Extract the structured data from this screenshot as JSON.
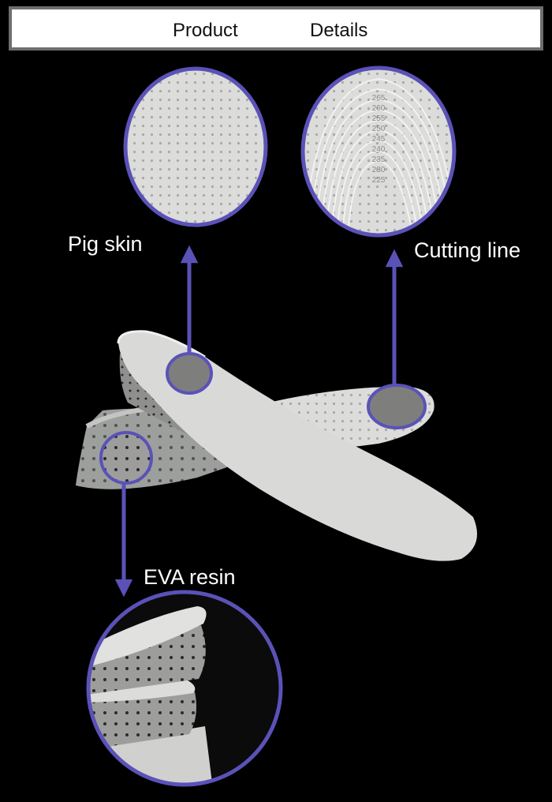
{
  "header": {
    "word1": "Product",
    "word2": "Details"
  },
  "callouts": {
    "pig_skin": "Pig skin",
    "cutting_line": "Cutting line",
    "eva_resin": "EVA resin"
  },
  "cutting_line_sizes": [
    "265",
    "260",
    "255",
    "250",
    "245",
    "240",
    "235",
    "230",
    "225"
  ],
  "colors": {
    "accent": "#5a52b8",
    "background": "#000000",
    "insole": "#d9dad8",
    "insole_side": "#a9aaa8"
  }
}
